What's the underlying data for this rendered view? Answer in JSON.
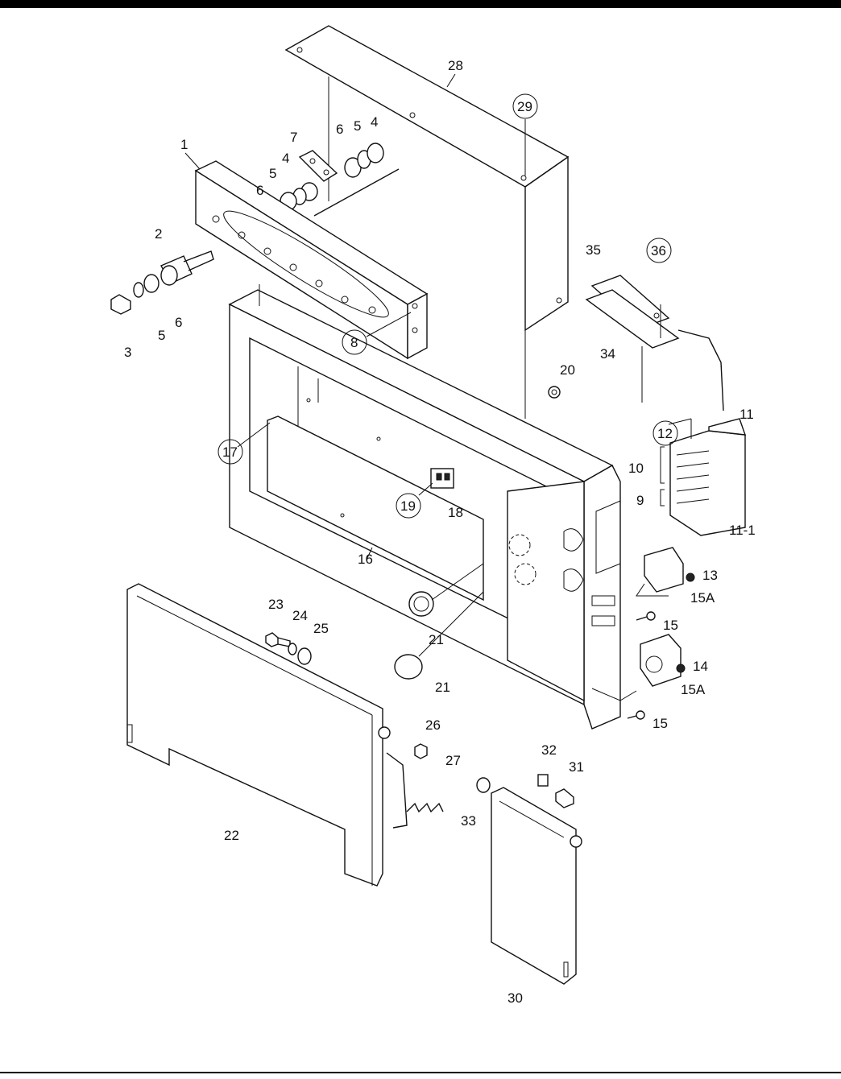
{
  "diagram": {
    "callouts": [
      {
        "id": "c28",
        "text": "28",
        "circled": false
      },
      {
        "id": "c29",
        "text": "29",
        "circled": true
      },
      {
        "id": "c7",
        "text": "7",
        "circled": false
      },
      {
        "id": "c6a",
        "text": "6",
        "circled": false
      },
      {
        "id": "c5a",
        "text": "5",
        "circled": false
      },
      {
        "id": "c4a",
        "text": "4",
        "circled": false
      },
      {
        "id": "c4b",
        "text": "4",
        "circled": false
      },
      {
        "id": "c5b",
        "text": "5",
        "circled": false
      },
      {
        "id": "c6b",
        "text": "6",
        "circled": false
      },
      {
        "id": "c1",
        "text": "1",
        "circled": false
      },
      {
        "id": "c2",
        "text": "2",
        "circled": false
      },
      {
        "id": "c3",
        "text": "3",
        "circled": false
      },
      {
        "id": "c5c",
        "text": "5",
        "circled": false
      },
      {
        "id": "c6c",
        "text": "6",
        "circled": false
      },
      {
        "id": "c8",
        "text": "8",
        "circled": true
      },
      {
        "id": "c35",
        "text": "35",
        "circled": false
      },
      {
        "id": "c36",
        "text": "36",
        "circled": true
      },
      {
        "id": "c34",
        "text": "34",
        "circled": false
      },
      {
        "id": "c20",
        "text": "20",
        "circled": false
      },
      {
        "id": "c12",
        "text": "12",
        "circled": true
      },
      {
        "id": "c11",
        "text": "11",
        "circled": false
      },
      {
        "id": "c10",
        "text": "10",
        "circled": false
      },
      {
        "id": "c9",
        "text": "9",
        "circled": false
      },
      {
        "id": "c11-1",
        "text": "11-1",
        "circled": false
      },
      {
        "id": "c17",
        "text": "17",
        "circled": true
      },
      {
        "id": "c19",
        "text": "19",
        "circled": true
      },
      {
        "id": "c18",
        "text": "18",
        "circled": false
      },
      {
        "id": "c16",
        "text": "16",
        "circled": false
      },
      {
        "id": "c13",
        "text": "13",
        "circled": false
      },
      {
        "id": "c15Aa",
        "text": "15A",
        "circled": false
      },
      {
        "id": "c15a",
        "text": "15",
        "circled": false
      },
      {
        "id": "c14",
        "text": "14",
        "circled": false
      },
      {
        "id": "c15Ab",
        "text": "15A",
        "circled": false
      },
      {
        "id": "c15b",
        "text": "15",
        "circled": false
      },
      {
        "id": "c23",
        "text": "23",
        "circled": false
      },
      {
        "id": "c24",
        "text": "24",
        "circled": false
      },
      {
        "id": "c25",
        "text": "25",
        "circled": false
      },
      {
        "id": "c21a",
        "text": "21",
        "circled": false
      },
      {
        "id": "c21b",
        "text": "21",
        "circled": false
      },
      {
        "id": "c26",
        "text": "26",
        "circled": false
      },
      {
        "id": "c27",
        "text": "27",
        "circled": false
      },
      {
        "id": "c22",
        "text": "22",
        "circled": false
      },
      {
        "id": "c32",
        "text": "32",
        "circled": false
      },
      {
        "id": "c31",
        "text": "31",
        "circled": false
      },
      {
        "id": "c33",
        "text": "33",
        "circled": false
      },
      {
        "id": "c30",
        "text": "30",
        "circled": false
      }
    ]
  }
}
